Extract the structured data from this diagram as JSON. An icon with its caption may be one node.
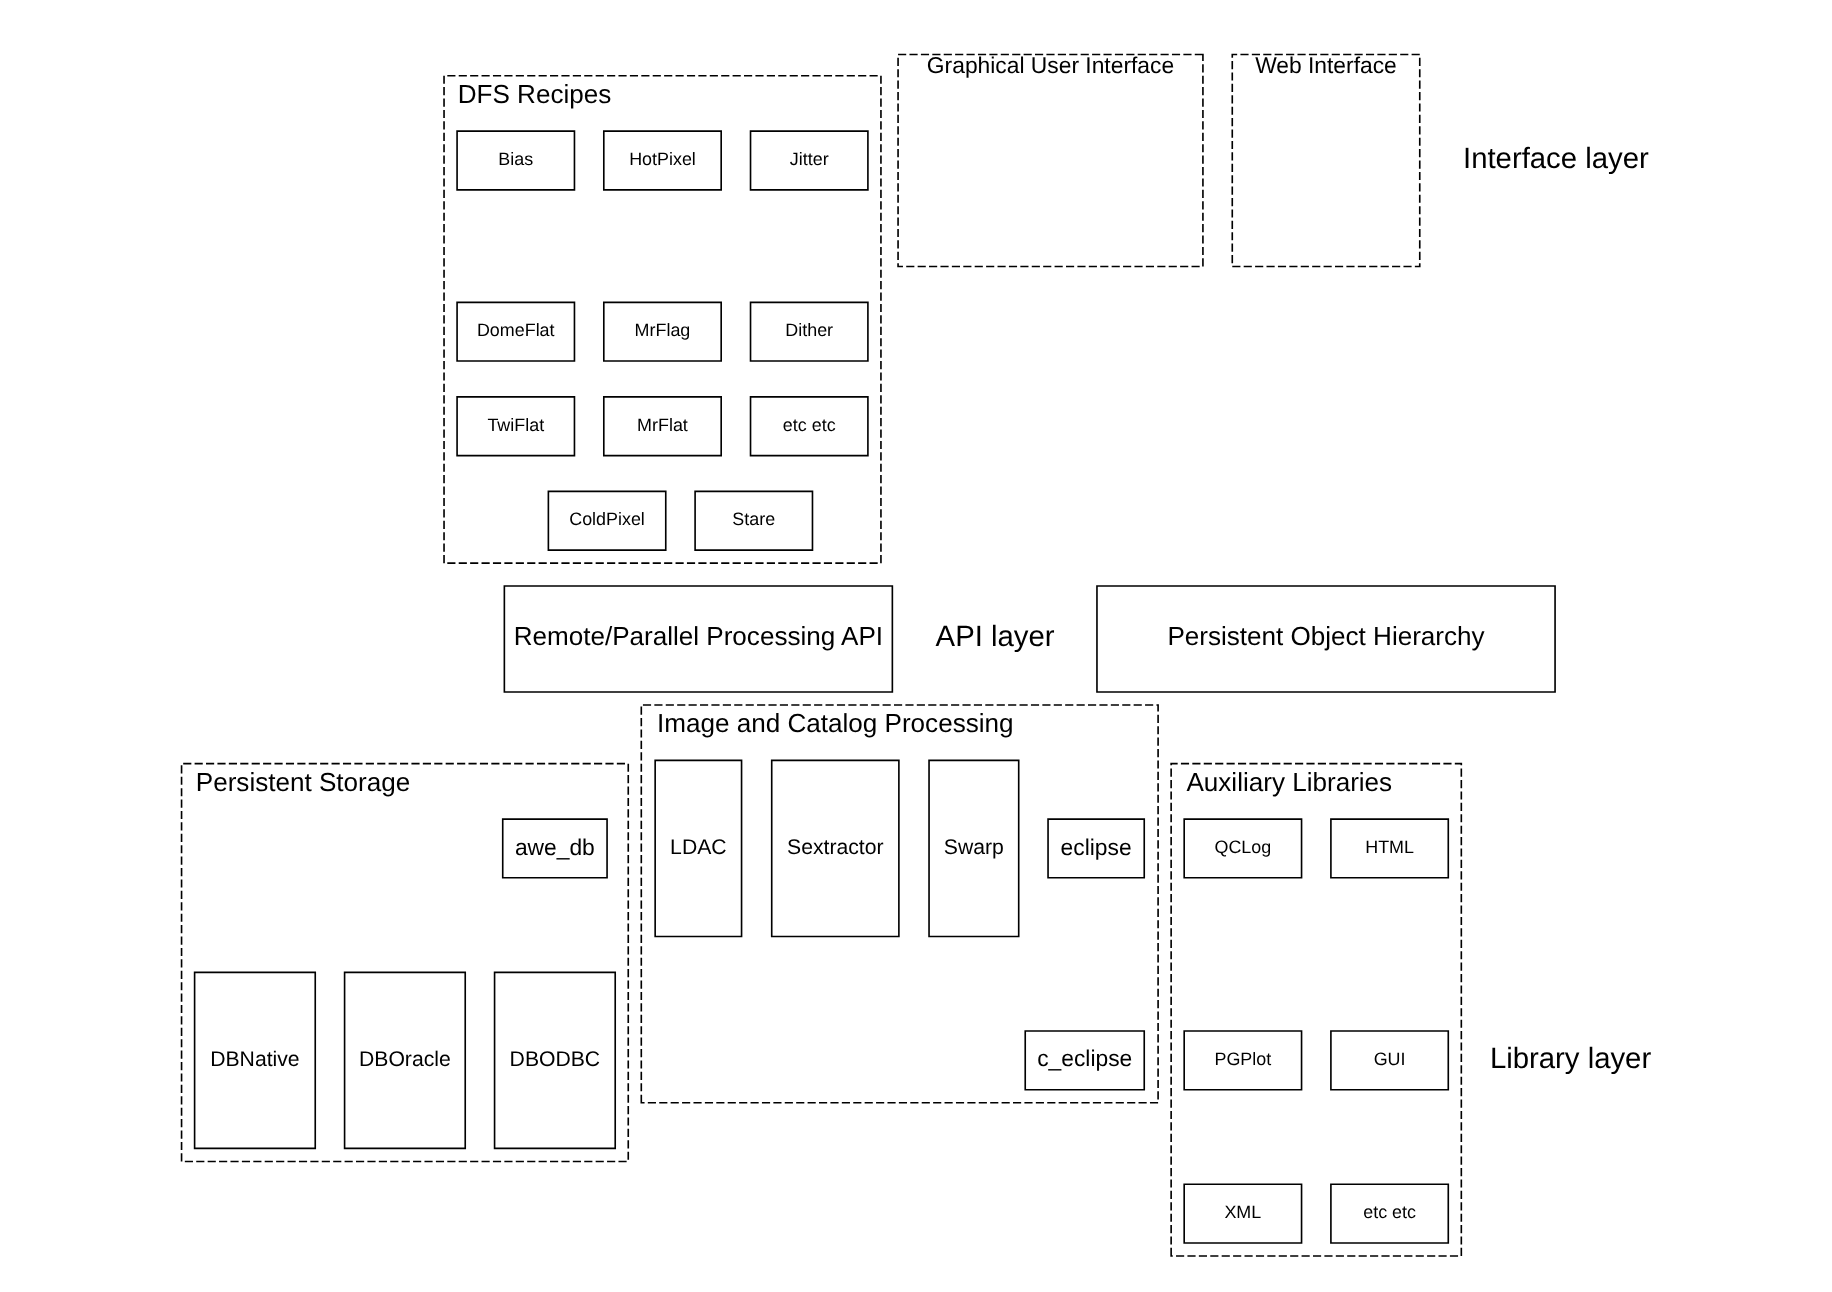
{
  "diagram": {
    "nodes": [
      {
        "text": [
          "DFS Recipes"
        ]
      },
      {
        "text": [
          "Bias"
        ],
        "in": 0
      },
      {
        "text": [
          "HotPixel"
        ],
        "in": 0
      },
      {
        "text": [
          "Jitter"
        ],
        "in": 0
      },
      {
        "text": [
          "DomeFlat"
        ],
        "in": 0
      },
      {
        "text": [
          "MrFlag"
        ],
        "in": 0
      },
      {
        "text": [
          "Dither"
        ],
        "in": 0
      },
      {
        "text": [
          "TwiFlat"
        ],
        "in": 0
      },
      {
        "text": [
          "MrFlat"
        ],
        "in": 0
      },
      {
        "text": [
          "etc etc"
        ],
        "in": 0
      },
      {
        "text": [
          "ColdPixel"
        ],
        "in": 0
      },
      {
        "text": [
          "Stare"
        ],
        "in": 0
      },
      {
        "text": [
          "Graphical User Interface"
        ]
      },
      {
        "text": [
          "Web Interface"
        ]
      },
      {
        "text": [
          "Persistent Object Hierarchy"
        ]
      },
      {
        "text": [
          "Remote/Parallel Processing API"
        ]
      },
      {
        "text": [
          "Persistent Storage"
        ]
      },
      {
        "text": [
          "awe_db"
        ],
        "in": 16
      },
      {
        "text": [
          "DBOracle"
        ],
        "in": 16
      },
      {
        "text": [
          "DBODBC"
        ],
        "in": 16
      },
      {
        "text": [
          "DBNative"
        ],
        "in": 16
      },
      {
        "text": [
          "Image and Catalog Processing"
        ]
      },
      {
        "text": [
          "LDAC"
        ],
        "in": 21
      },
      {
        "text": [
          "Sextractor"
        ],
        "in": 21
      },
      {
        "text": [
          "Swarp"
        ],
        "in": 21
      },
      {
        "text": [
          "eclipse"
        ],
        "in": 21
      },
      {
        "text": [
          "c_eclipse"
        ],
        "in": 21
      },
      {
        "text": [
          "Auxiliary Libraries"
        ]
      },
      {
        "text": [
          "QCLog"
        ],
        "in": 27
      },
      {
        "text": [
          "HTML"
        ],
        "in": 27
      },
      {
        "text": [
          "PGPlot"
        ],
        "in": 27
      },
      {
        "text": [
          "GUI"
        ],
        "in": 27
      },
      {
        "text": [
          "XML"
        ],
        "in": 27
      },
      {
        "text": [
          "etc etc"
        ],
        "in": 27
      }
    ],
    "edges": [],
    "labels": [
      "Interface layer",
      "API layer",
      "Library layer"
    ]
  }
}
